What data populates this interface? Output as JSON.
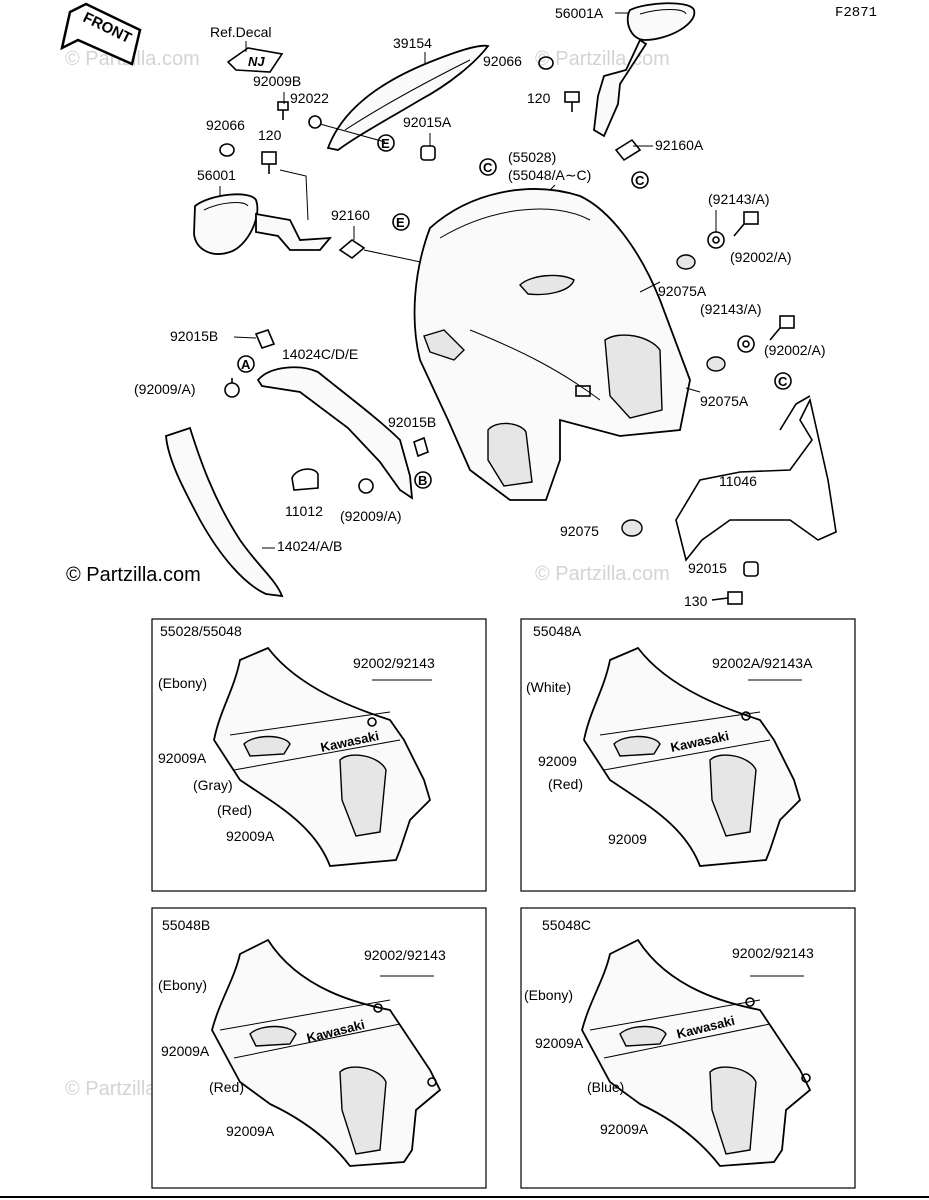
{
  "figure_code": "F2871",
  "front_label": "FRONT",
  "watermark": "© Partzilla.com",
  "copyright": "© Partzilla.com",
  "decal_text": "NJ",
  "brand_text": "Kawasaki",
  "callouts": {
    "A": "A",
    "B": "B",
    "C": "C",
    "E": "E"
  },
  "main_labels": {
    "ref_decal": "Ref.Decal",
    "p39154": "39154",
    "p56001A": "56001A",
    "p92066_top": "92066",
    "p92009B": "92009B",
    "p92022": "92022",
    "p92015A": "92015A",
    "p120_top": "120",
    "p92160A": "92160A",
    "p92066": "92066",
    "p120": "120",
    "p55028": "(55028)",
    "p55048": "(55048/A∼C)",
    "p56001": "56001",
    "p92143A_1": "(92143/A)",
    "p92002A_1": "(92002/A)",
    "p92160": "92160",
    "p92075A_1": "92075A",
    "p92143A_2": "(92143/A)",
    "p92002A_2": "(92002/A)",
    "p92015B_1": "92015B",
    "p14024CDE": "14024C/D/E",
    "p92009A_1": "(92009/A)",
    "p92075A_2": "92075A",
    "p92015B_2": "92015B",
    "p11046": "11046",
    "p11012": "11012",
    "p92009A_2": "(92009/A)",
    "p92075": "92075",
    "p14024AB": "14024/A/B",
    "p92015": "92015",
    "p130": "130"
  },
  "panels": [
    {
      "title": "55028/55048",
      "color_top": "(Ebony)",
      "fastener": "92002/92143",
      "clip_upper": "92009A",
      "stripe": "(Gray)",
      "lower": "(Red)",
      "clip_lower": "92009A"
    },
    {
      "title": "55048A",
      "color_top": "(White)",
      "fastener": "92002A/92143A",
      "clip_upper": "92009",
      "lower": "(Red)",
      "clip_lower": "92009"
    },
    {
      "title": "55048B",
      "color_top": "(Ebony)",
      "fastener": "92002/92143",
      "clip_upper": "92009A",
      "lower": "(Red)",
      "clip_lower": "92009A"
    },
    {
      "title": "55048C",
      "color_top": "(Ebony)",
      "fastener": "92002/92143",
      "clip_upper": "92009A",
      "lower": "(Blue)",
      "clip_lower": "92009A"
    }
  ]
}
